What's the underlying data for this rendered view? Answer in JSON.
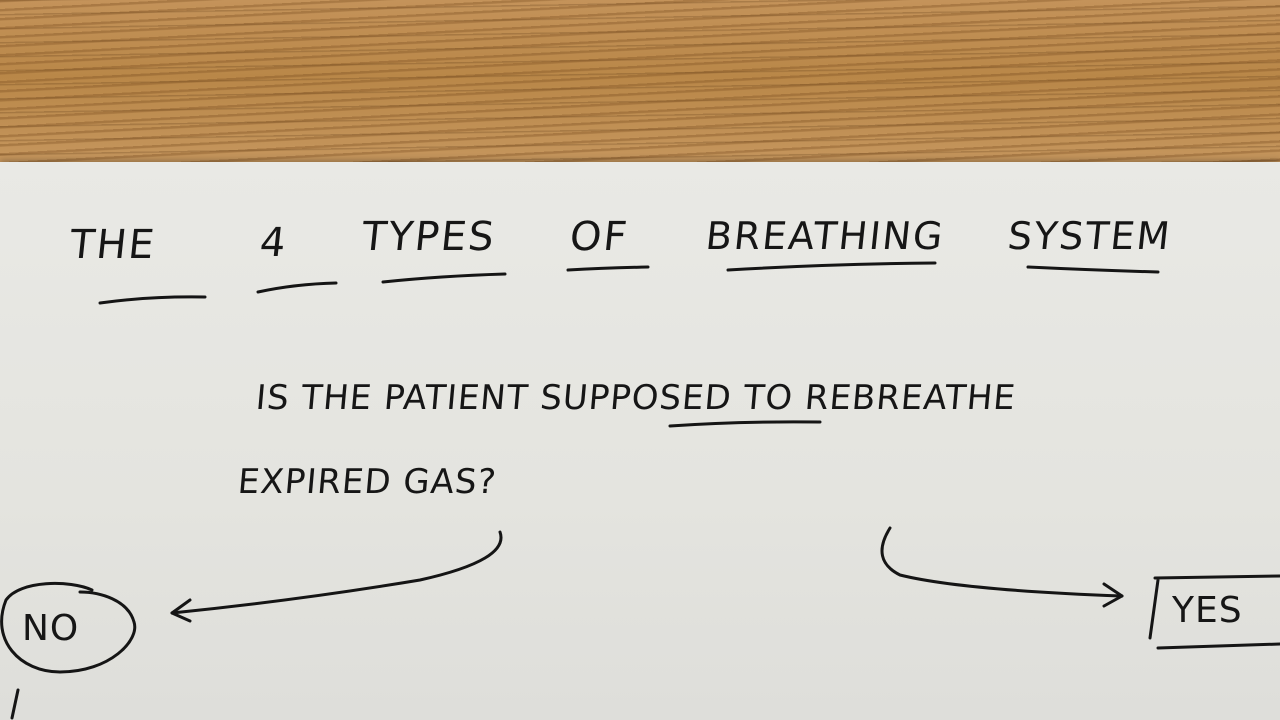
{
  "photo": {
    "title_words": [
      "THE",
      "4",
      "TYPES",
      "OF",
      "BREATHING",
      "SYSTEM"
    ],
    "question_line1": "IS THE PATIENT SUPPOSED TO REBREATHE",
    "question_line2": "EXPIRED GAS?",
    "answer_no": "NO",
    "answer_yes": "YES"
  }
}
